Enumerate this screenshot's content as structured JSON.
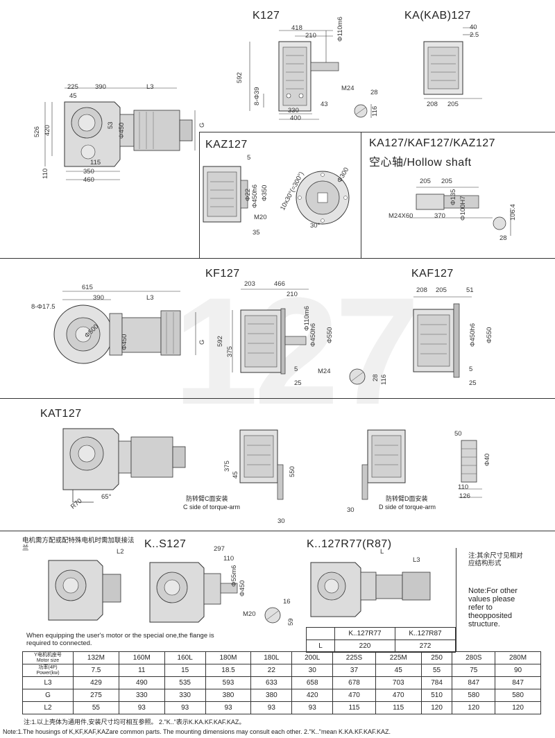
{
  "watermark": "127",
  "sections": {
    "k127": {
      "title": "K127",
      "dims": {
        "w418": "418",
        "w210": "210",
        "d110": "Φ110m6",
        "h592": "592",
        "h8": "8-Φ39",
        "m24": "M24",
        "d28": "28",
        "d116": "116",
        "w43": "43",
        "w330": "330",
        "w400": "400"
      }
    },
    "kab127": {
      "title": "KA(KAB)127",
      "dims": {
        "w40": "40",
        "w25": "2.5",
        "w208": "208",
        "w205": "205"
      }
    },
    "kmain": {
      "dims": {
        "w225": "225",
        "w390": "390",
        "l3": "L3",
        "w45": "45",
        "h526": "526",
        "h420": "420",
        "d450": "Φ450",
        "g": "G",
        "w53": "53",
        "h110": "110",
        "w115": "115",
        "w350": "350",
        "w460": "460"
      }
    },
    "kaz127": {
      "title": "KAZ127",
      "dims": {
        "w5": "5",
        "d22": "Φ22",
        "d450": "Φ450h6",
        "d350": "Φ350",
        "m20": "M20",
        "w35": "35",
        "angle": "10x30°(=300°)",
        "d300": "Φ300",
        "a30": "30°"
      }
    },
    "hollow": {
      "title": "KA127/KAF127/KAZ127",
      "subtitle": "空心轴/Hollow shaft",
      "dims": {
        "w205a": "205",
        "w205b": "205",
        "d135": "Φ135",
        "d100": "Φ100H7",
        "m24": "M24X60",
        "w370": "370",
        "h1064": "106.4",
        "w28": "28"
      }
    },
    "kf127": {
      "title": "KF127",
      "dims": {
        "w203": "203",
        "w466": "466",
        "w210": "210",
        "d110": "Φ110m6",
        "h592": "592",
        "h375": "375",
        "d450": "Φ450h6",
        "d550": "Φ550",
        "m24": "M24",
        "w5": "5",
        "w25": "25",
        "d28": "28",
        "d116": "116"
      }
    },
    "kfmain": {
      "dims": {
        "w615": "615",
        "w390": "390",
        "l3": "L3",
        "d175": "8-Φ17.5",
        "d450": "Φ450",
        "g": "G",
        "d500": "Φ500"
      }
    },
    "kaf127": {
      "title": "KAF127",
      "dims": {
        "w208": "208",
        "w205": "205",
        "w51": "51",
        "d450": "Φ450h6",
        "d550": "Φ550",
        "w5": "5",
        "w25": "25"
      }
    },
    "kat127": {
      "title": "KAT127",
      "dims": {
        "r70": "R70",
        "a65": "65°",
        "h375": "375",
        "h45": "45",
        "h550": "550",
        "w30a": "30",
        "w30b": "30",
        "w50": "50",
        "d40": "Φ40",
        "w110": "110",
        "w126": "126"
      },
      "c_side_cn": "防转臂C面安装",
      "c_side_en": "C side of torque-arm",
      "d_side_cn": "防转臂D面安装",
      "d_side_en": "D side of torque-arm"
    },
    "ks127": {
      "title": "K..S127",
      "dims": {
        "w297": "297",
        "w110": "110",
        "d55": "Φ55m6",
        "d450": "Φ450",
        "m20": "M20",
        "w16": "16",
        "w59": "59"
      }
    },
    "kr127": {
      "title": "K..127R77(R87)",
      "dims": {
        "l": "L",
        "l3": "L3"
      }
    },
    "motor_note": {
      "dims": {
        "l2": "L2"
      },
      "cn": "电机需方配或配特殊电机时需加联接法兰",
      "en": "When equipping the user's motor or the special one,the flange is required to connected."
    },
    "side_note": {
      "cn": "注:其余尺寸见相对应结构形式",
      "en": "Note:For other values please refer to theopposited structure."
    }
  },
  "r_table": {
    "headers": [
      "K..127R77",
      "K..127R87"
    ],
    "row_label": "L",
    "values": [
      "220",
      "272"
    ]
  },
  "motor_table": {
    "rows": [
      {
        "label_cn": "Y电机机座号",
        "label_en": "Motor size",
        "cells": [
          "132M",
          "160M",
          "160L",
          "180M",
          "180L",
          "200L",
          "225S",
          "225M",
          "250",
          "280S",
          "280M"
        ]
      },
      {
        "label_cn": "功率(4P)",
        "label_en": "Power(kw)",
        "cells": [
          "7.5",
          "11",
          "15",
          "18.5",
          "22",
          "30",
          "37",
          "45",
          "55",
          "75",
          "90"
        ]
      },
      {
        "label_cn": "",
        "label_en": "L3",
        "cells": [
          "429",
          "490",
          "535",
          "593",
          "633",
          "658",
          "678",
          "703",
          "784",
          "847",
          "847"
        ]
      },
      {
        "label_cn": "",
        "label_en": "G",
        "cells": [
          "275",
          "330",
          "330",
          "380",
          "380",
          "420",
          "470",
          "470",
          "510",
          "580",
          "580"
        ]
      },
      {
        "label_cn": "",
        "label_en": "L2",
        "cells": [
          "55",
          "93",
          "93",
          "93",
          "93",
          "93",
          "115",
          "115",
          "120",
          "120",
          "120"
        ]
      }
    ]
  },
  "footnotes": {
    "cn": "注:1.以上壳体为通用件,安装尺寸均可相互参照。 2.\"K..\"表示K.KA.KF.KAF.KAZ。",
    "en": "Note:1.The housings of K,KF,KAF,KAZare common parts. The mounting dimensions may consult each other.  2.\"K..\"mean K.KA.KF.KAF.KAZ."
  }
}
